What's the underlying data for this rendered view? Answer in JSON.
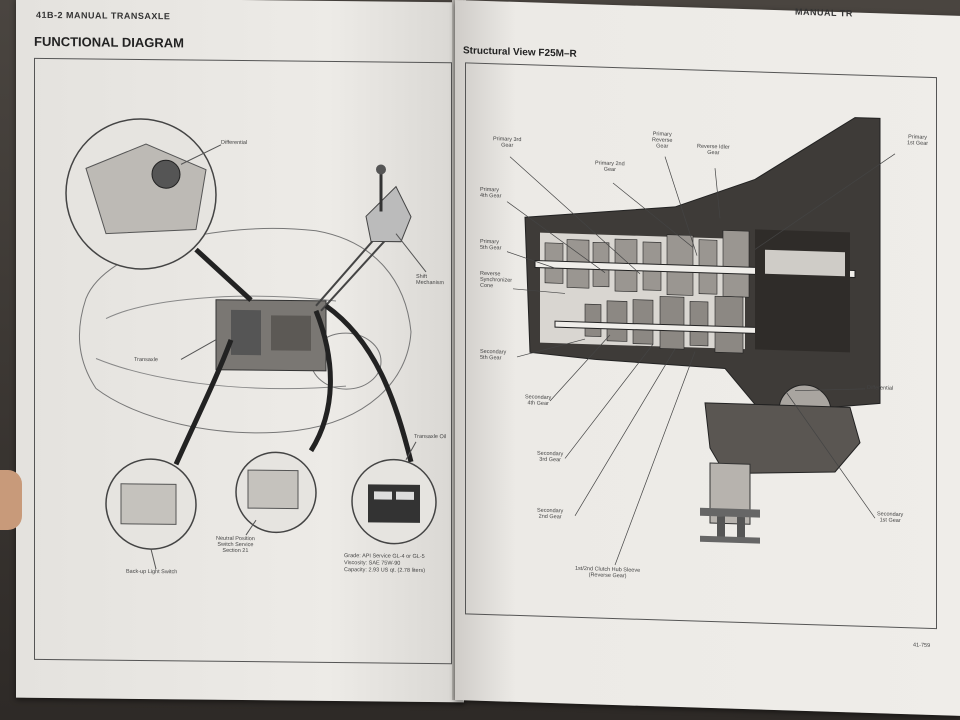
{
  "left_page": {
    "running_head": "41B-2 MANUAL TRANSAXLE",
    "section_title": "FUNCTIONAL DIAGRAM",
    "labels": {
      "differential": "Differential",
      "shift_mechanism": "Shift\nMechanism",
      "transaxle": "Transaxle",
      "transaxle_oil": "Transaxle Oil",
      "back_up_light_switch": "Back-up Light Switch",
      "neutral_position_switch": "Neutral Position\nSwitch Service\nSection 21"
    },
    "oil_spec": {
      "grade_label": "Grade:",
      "grade_value": "API Service GL-4 or GL-5",
      "viscosity_label": "Viscosity:",
      "viscosity_value": "SAE 75W-90",
      "capacity_label": "Capacity:",
      "capacity_value": "2.93 US qt. (2.78 liters)"
    }
  },
  "right_page": {
    "running_head": "MANUAL TR",
    "section_title": "Structural View F25M–R",
    "labels": {
      "primary_3rd_gear": "Primary 3rd\nGear",
      "primary_reverse_gear": "Primary\nReverse\nGear",
      "reverse_idler_gear": "Reverse Idler\nGear",
      "primary_1st_gear": "Primary\n1st Gear",
      "primary_2nd_gear": "Primary 2nd\nGear",
      "primary_4th_gear": "Primary\n4th Gear",
      "primary_5th_gear": "Primary\n5th Gear",
      "reverse_synchronizer_cone": "Reverse\nSynchronizer\nCone",
      "secondary_5th_gear": "Secondary\n5th Gear",
      "secondary_4th_gear": "Secondary\n4th Gear",
      "secondary_3rd_gear": "Secondary\n3rd Gear",
      "secondary_2nd_gear": "Secondary\n2nd Gear",
      "differential": "Differential",
      "secondary_1st_gear": "Secondary\n1st Gear",
      "hub_sleeve": "1st/2nd Clutch Hub Sleeve\n(Reverse Gear)"
    },
    "page_number": "41-759"
  }
}
